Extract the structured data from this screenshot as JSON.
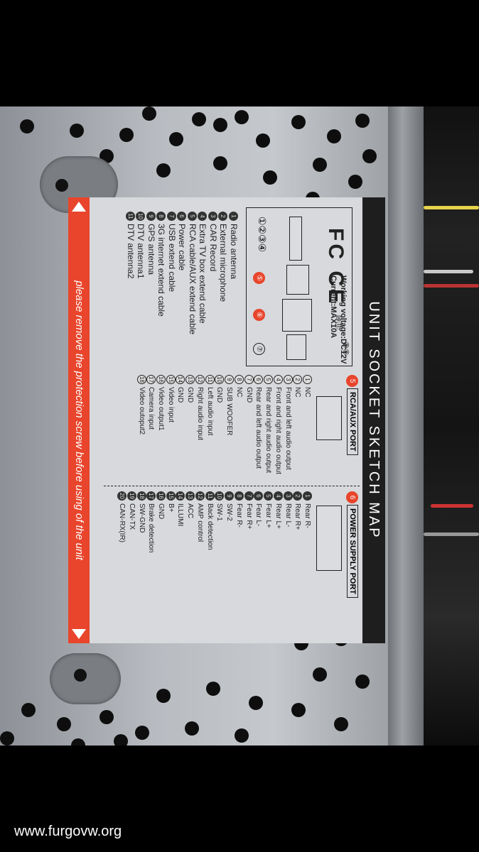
{
  "photo": {
    "label": {
      "title": "UNIT SOCKET SKETCH MAP",
      "warning": "please remove the protection screw before using of the unit",
      "certifications": "FC CE",
      "working_voltage": "Working voltage:DC12V",
      "current": "Current:MAX10A",
      "connector_numbers": [
        "①②③④",
        "⑤",
        "⑥",
        "⑦",
        "⑧⑨",
        "⑩⑪"
      ],
      "legend": [
        {
          "n": "1",
          "text": "Radio antenna"
        },
        {
          "n": "2",
          "text": "External microphone"
        },
        {
          "n": "3",
          "text": "CAR Record"
        },
        {
          "n": "4",
          "text": "Extra TV box extend cable"
        },
        {
          "n": "5",
          "text": "RCA cable/AUX extend cable"
        },
        {
          "n": "6",
          "text": "Power cable"
        },
        {
          "n": "7",
          "text": "USB extend cable"
        },
        {
          "n": "8",
          "text": "3G internet extend cable"
        },
        {
          "n": "9",
          "text": "GPS antenna"
        },
        {
          "n": "10",
          "text": "DTV antenna1"
        },
        {
          "n": "11",
          "text": "DTV antenna2"
        }
      ],
      "rca_port": {
        "badge": "5",
        "title": "RCA/AUX PORT",
        "pins": [
          {
            "n": "1",
            "text": "NC"
          },
          {
            "n": "2",
            "text": "NC"
          },
          {
            "n": "3",
            "text": "Front and left audio output"
          },
          {
            "n": "4",
            "text": "Front and right audio output"
          },
          {
            "n": "5",
            "text": "Rear and right audio output"
          },
          {
            "n": "6",
            "text": "Rear and left audio output"
          },
          {
            "n": "7",
            "text": "GND"
          },
          {
            "n": "8",
            "text": "NC"
          },
          {
            "n": "9",
            "text": "SUB WOOFER"
          },
          {
            "n": "10",
            "text": "GND"
          },
          {
            "n": "11",
            "text": "Left audio input"
          },
          {
            "n": "12",
            "text": "Right audio input"
          },
          {
            "n": "13",
            "text": "GND"
          },
          {
            "n": "14",
            "text": "GND"
          },
          {
            "n": "15",
            "text": "Video input"
          },
          {
            "n": "16",
            "text": "Video output1"
          },
          {
            "n": "17",
            "text": "Camera input"
          },
          {
            "n": "18",
            "text": "Video outoput2"
          }
        ]
      },
      "power_port": {
        "badge": "6",
        "title": "POWER SUPPLY PORT",
        "pins": [
          {
            "n": "1",
            "text": "Rear R-"
          },
          {
            "n": "2",
            "text": "Rear R+"
          },
          {
            "n": "3",
            "text": "Rear L-"
          },
          {
            "n": "4",
            "text": "Rear L+"
          },
          {
            "n": "5",
            "text": "Fear L+"
          },
          {
            "n": "6",
            "text": "Fear L-"
          },
          {
            "n": "7",
            "text": "Fear R+"
          },
          {
            "n": "8",
            "text": "Fear R-"
          },
          {
            "n": "9",
            "text": "SW-2"
          },
          {
            "n": "10",
            "text": "SW-1"
          },
          {
            "n": "11",
            "text": "Back detection"
          },
          {
            "n": "12",
            "text": "AMP control"
          },
          {
            "n": "13",
            "text": "ACC"
          },
          {
            "n": "14",
            "text": "ILLUMI"
          },
          {
            "n": "15",
            "text": "B+"
          },
          {
            "n": "16",
            "text": "GND"
          },
          {
            "n": "17",
            "text": "Brake detection"
          },
          {
            "n": "18",
            "text": "SW-GND"
          },
          {
            "n": "19",
            "text": "CAN-TX"
          },
          {
            "n": "20",
            "text": "CAN-RX(IR)"
          }
        ]
      }
    }
  },
  "watermark": "www.furgovw.org"
}
